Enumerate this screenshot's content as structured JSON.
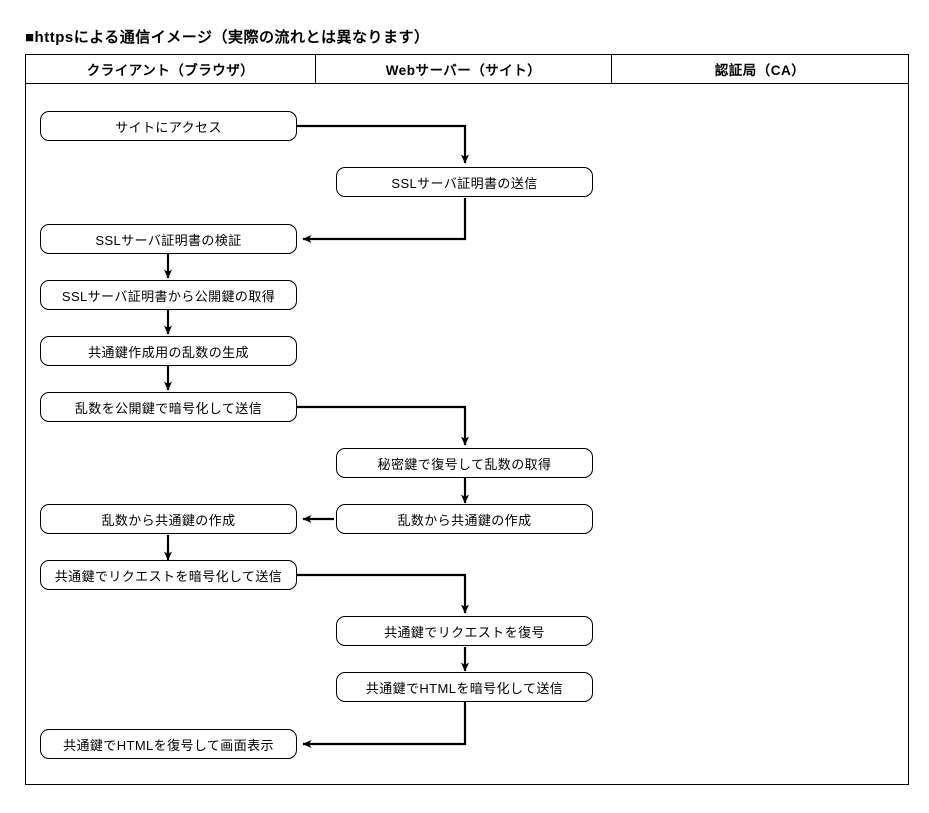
{
  "title": "■httpsによる通信イメージ（実際の流れとは異なります）",
  "columns": [
    {
      "id": "client",
      "label": "クライアント（ブラウザ）"
    },
    {
      "id": "server",
      "label": "Webサーバー（サイト）"
    },
    {
      "id": "ca",
      "label": "認証局（CA）"
    }
  ],
  "nodes": [
    {
      "id": "n1",
      "column": "client",
      "label": "サイトにアクセス"
    },
    {
      "id": "n2",
      "column": "server",
      "label": "SSLサーバ証明書の送信"
    },
    {
      "id": "n3",
      "column": "client",
      "label": "SSLサーバ証明書の検証"
    },
    {
      "id": "n4",
      "column": "client",
      "label": "SSLサーバ証明書から公開鍵の取得"
    },
    {
      "id": "n5",
      "column": "client",
      "label": "共通鍵作成用の乱数の生成"
    },
    {
      "id": "n6",
      "column": "client",
      "label": "乱数を公開鍵で暗号化して送信"
    },
    {
      "id": "n7",
      "column": "server",
      "label": "秘密鍵で復号して乱数の取得"
    },
    {
      "id": "n8",
      "column": "server",
      "label": "乱数から共通鍵の作成"
    },
    {
      "id": "n9",
      "column": "client",
      "label": "乱数から共通鍵の作成"
    },
    {
      "id": "n10",
      "column": "client",
      "label": "共通鍵でリクエストを暗号化して送信"
    },
    {
      "id": "n11",
      "column": "server",
      "label": "共通鍵でリクエストを復号"
    },
    {
      "id": "n12",
      "column": "server",
      "label": "共通鍵でHTMLを暗号化して送信"
    },
    {
      "id": "n13",
      "column": "client",
      "label": "共通鍵でHTMLを復号して画面表示"
    }
  ],
  "colors": {
    "line": "#000000",
    "box_border": "#000000",
    "background": "#ffffff",
    "text": "#000000"
  }
}
